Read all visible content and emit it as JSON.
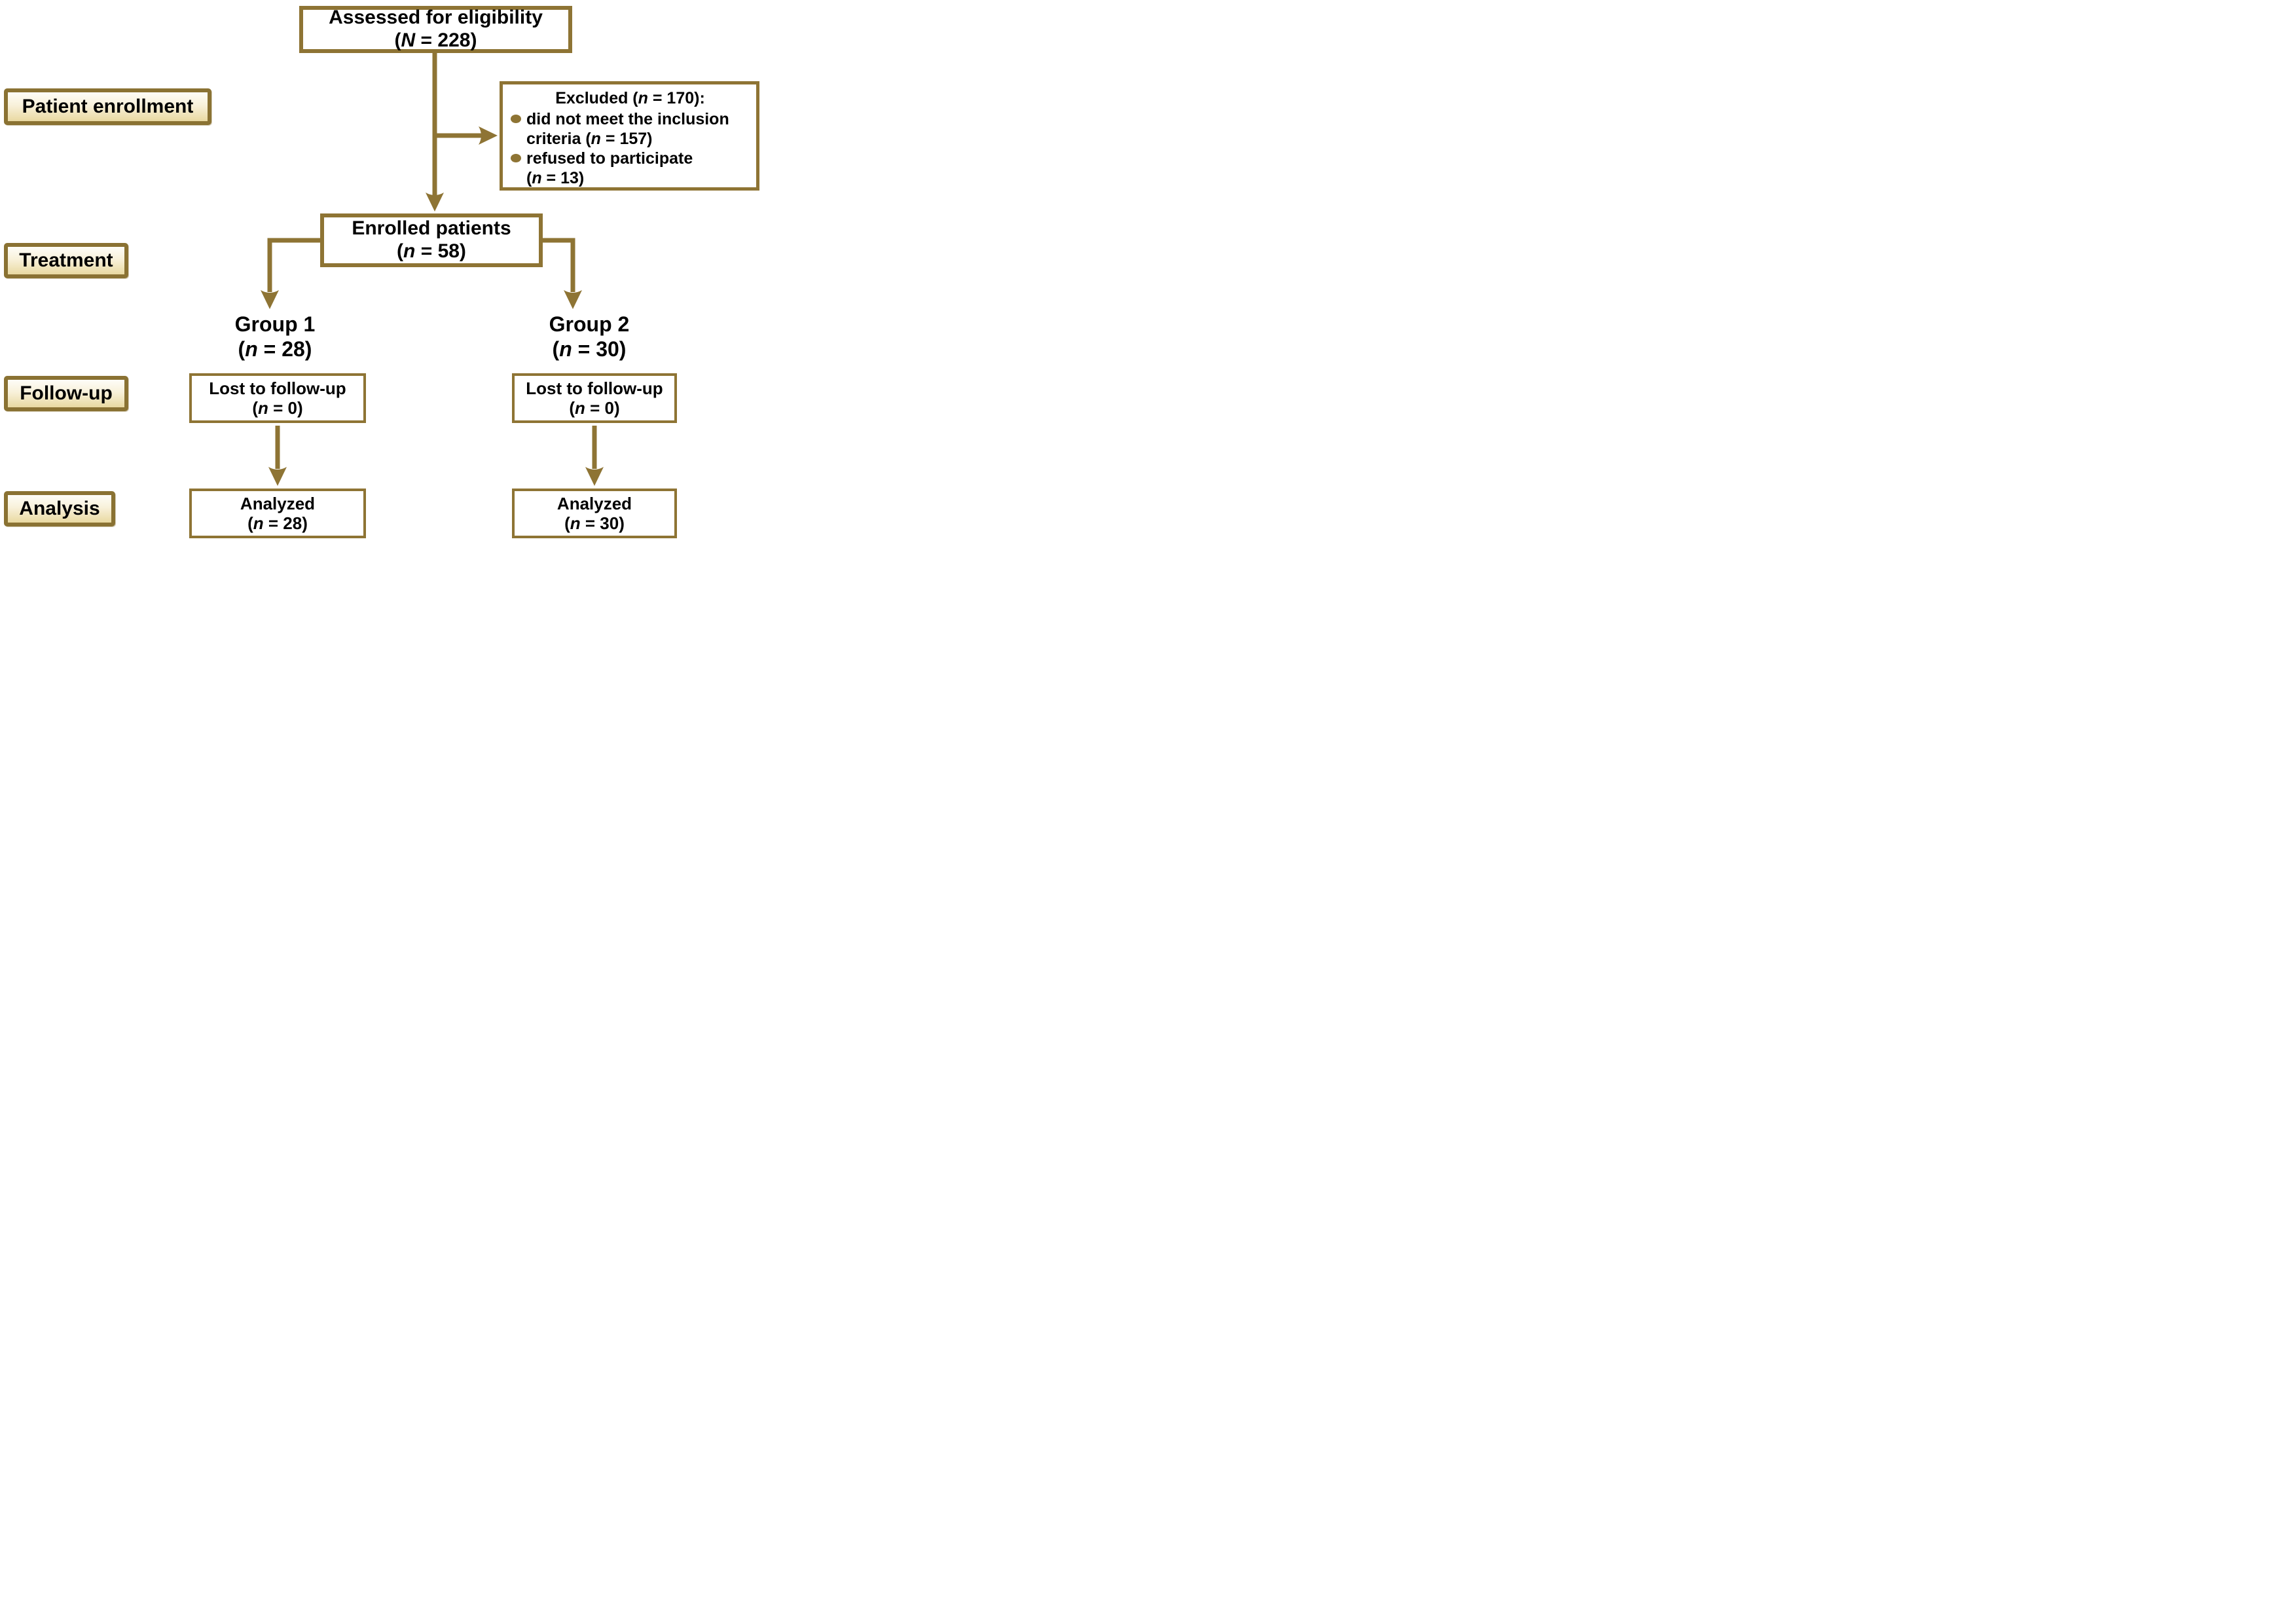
{
  "colors": {
    "line": "#8E7434",
    "label_border": "#8A7233",
    "label_gradient_top": "#FEFDF8",
    "label_gradient_bottom": "#E9D9A1",
    "text": "#000000",
    "background": "#FFFFFF"
  },
  "stage_labels": {
    "enrollment": "Patient enrollment",
    "treatment": "Treatment",
    "followup": "Follow-up",
    "analysis": "Analysis"
  },
  "flow": {
    "assessed": "Assessed for eligibility\n(N = 228)",
    "excluded": {
      "title": "Excluded (n = 170):",
      "items": [
        "did not meet the inclusion\ncriteria (n = 157)",
        "refused to participate\n(n = 13)"
      ]
    },
    "enrolled": "Enrolled patients\n(n = 58)",
    "groups": {
      "group1": "Group 1\n(n = 28)",
      "group2": "Group 2\n(n = 30)"
    },
    "lost_to_followup": {
      "group1": "Lost to follow-up\n(n = 0)",
      "group2": "Lost to follow-up\n(n = 0)"
    },
    "analyzed": {
      "group1": "Analyzed\n(n = 28)",
      "group2": "Analyzed\n(n = 30)"
    }
  }
}
